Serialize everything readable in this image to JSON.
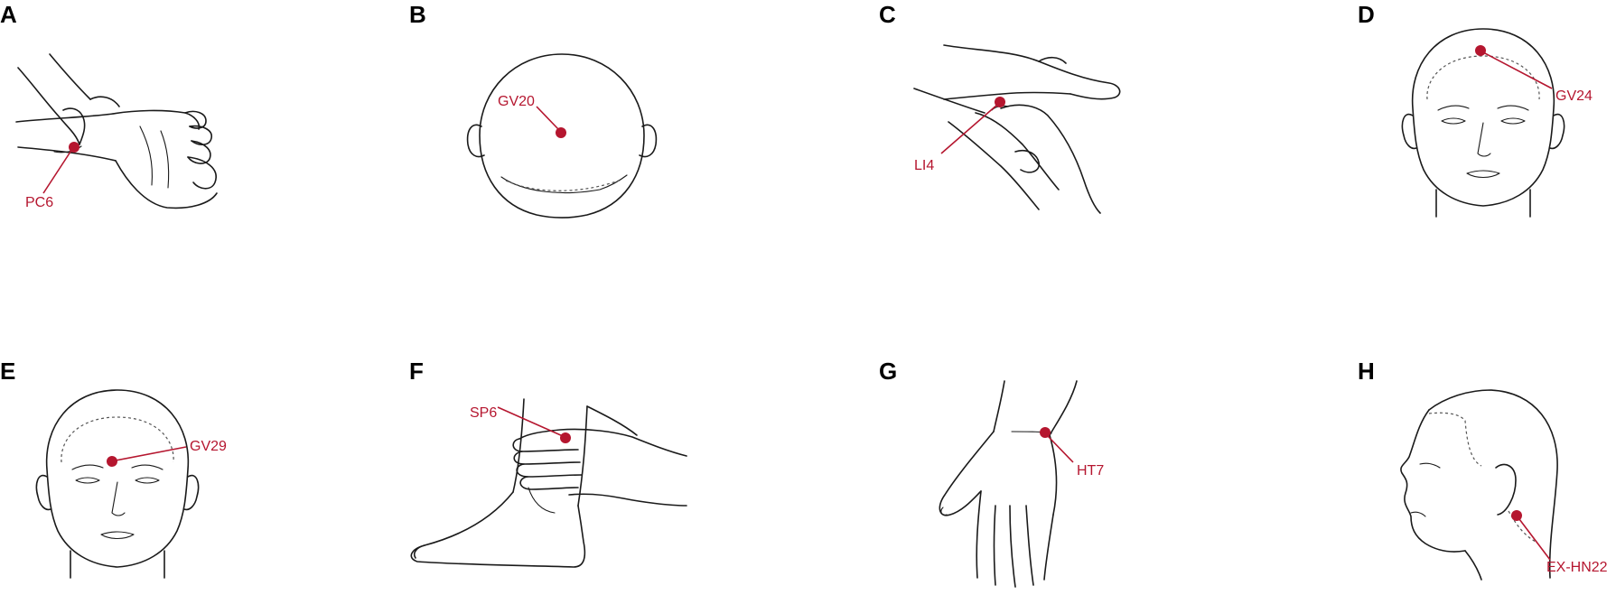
{
  "accent_color": "#b5162f",
  "panels": [
    {
      "letter": "A",
      "point": "PC6",
      "region": "wrist-press-icon"
    },
    {
      "letter": "B",
      "point": "GV20",
      "region": "head-top-icon"
    },
    {
      "letter": "C",
      "point": "LI4",
      "region": "hand-press-icon"
    },
    {
      "letter": "D",
      "point": "GV24",
      "region": "face-front-icon"
    },
    {
      "letter": "E",
      "point": "GV29",
      "region": "face-front-icon"
    },
    {
      "letter": "F",
      "point": "SP6",
      "region": "ankle-press-icon"
    },
    {
      "letter": "G",
      "point": "HT7",
      "region": "hand-palm-icon"
    },
    {
      "letter": "H",
      "point": "EX-HN22",
      "region": "head-profile-icon"
    }
  ]
}
